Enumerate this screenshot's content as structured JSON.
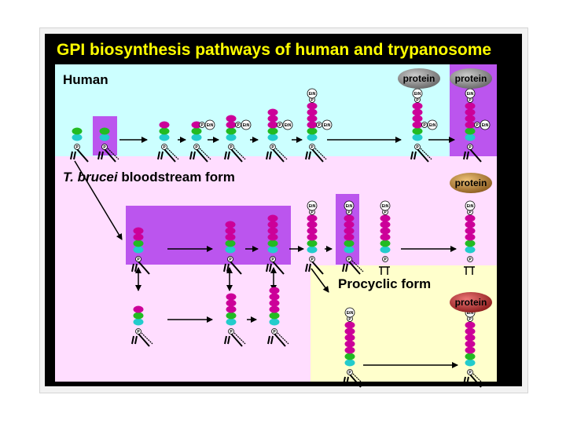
{
  "title": "GPI biosynthesis pathways of human and trypanosome",
  "sections": {
    "human": {
      "label": "Human"
    },
    "bloodstream": {
      "label_italic": "T. brucei",
      "label_rest": " bloodstream form"
    },
    "procyclic": {
      "label": "Procyclic form"
    }
  },
  "badges": {
    "human_1": "protein",
    "human_2": "protein",
    "bloodstream": "protein",
    "procyclic": "protein"
  },
  "glyphs": {
    "phosphate": "P",
    "ethanolamine": "EtN"
  },
  "colors": {
    "slide_background": "#000000",
    "title": "#ffff00",
    "human_panel": "#ccffff",
    "bloodstream_panel": "#ffddff",
    "procyclic_panel": "#ffffcc",
    "highlight_box": "#bb55ee",
    "mannose": "#cc0099",
    "glucosamine": "#22bb22",
    "inositol": "#22cccc",
    "badge_human": "#888888",
    "badge_bloodstream": "#cc9944",
    "badge_procyclic": "#cc3333"
  }
}
